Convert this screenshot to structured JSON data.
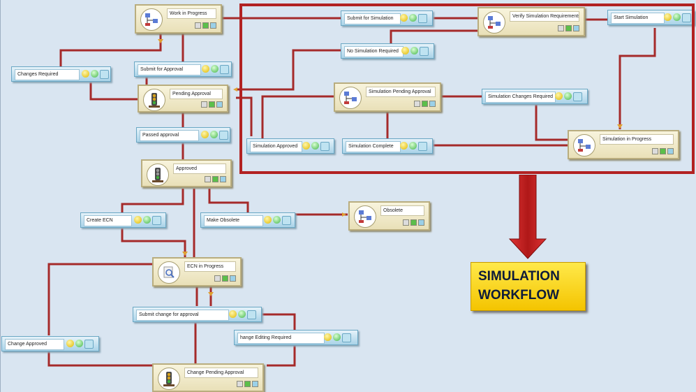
{
  "states": [
    {
      "key": "wip",
      "label": "Work in Progress",
      "icon": "flowchart-icon"
    },
    {
      "key": "pending",
      "label": "Pending Approval",
      "icon": "traffic-light-icon"
    },
    {
      "key": "approved",
      "label": "Approved",
      "icon": "traffic-light-icon"
    },
    {
      "key": "obsolete",
      "label": "Obsolete",
      "icon": "flowchart-icon"
    },
    {
      "key": "ecn",
      "label": "ECN in Progress",
      "icon": "magnifier-icon"
    },
    {
      "key": "cpa",
      "label": "Change Pending Approval",
      "icon": "traffic-light-icon"
    },
    {
      "key": "vsr",
      "label": "Verify Simulation Requirements",
      "icon": "flowchart-icon"
    },
    {
      "key": "spa",
      "label": "Simulation Pending Approval",
      "icon": "flowchart-icon"
    },
    {
      "key": "sip",
      "label": "Simulation in Progress",
      "icon": "flowchart-icon"
    }
  ],
  "transitions": [
    {
      "key": "changes_required",
      "label": "Changes Required"
    },
    {
      "key": "submit_approval",
      "label": "Submit for Approval"
    },
    {
      "key": "passed",
      "label": "Passed approval"
    },
    {
      "key": "create_ecn",
      "label": "Create ECN"
    },
    {
      "key": "make_obsolete",
      "label": "Make Obsolete"
    },
    {
      "key": "submit_change",
      "label": "Submit change for approval"
    },
    {
      "key": "change_editing",
      "label": "hange Editing Required"
    },
    {
      "key": "change_approved",
      "label": "Change Approved"
    },
    {
      "key": "submit_sim",
      "label": "Submit for Simulation"
    },
    {
      "key": "no_sim",
      "label": "No Simulation Required"
    },
    {
      "key": "start_sim",
      "label": "Start Simulation"
    },
    {
      "key": "sim_changes",
      "label": "Simulation Changes Required"
    },
    {
      "key": "sim_approved",
      "label": "Simulation Approved"
    },
    {
      "key": "sim_complete",
      "label": "Simulation Complete"
    }
  ],
  "callout": {
    "line1": "SIMULATION",
    "line2": "WORKFLOW"
  },
  "colors": {
    "connector": "#a52a2a",
    "highlight": "#b22222",
    "callout": "#f4c400",
    "callout_text": "#0d1b3a"
  }
}
